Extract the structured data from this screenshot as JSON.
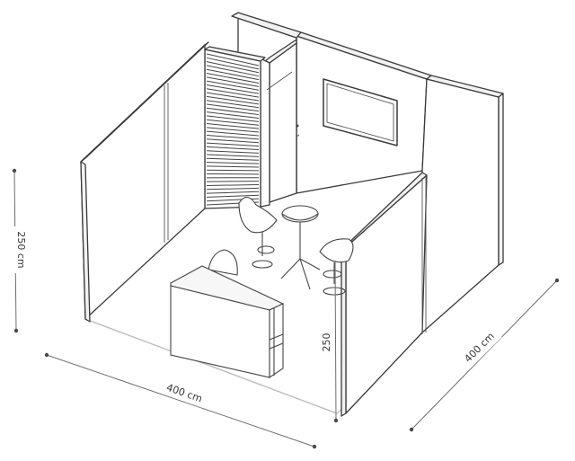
{
  "dimensions": {
    "height_label": "250 cm",
    "front_width_label": "400 cm",
    "side_depth_label": "400 cm",
    "wall_height_label": "250"
  },
  "colors": {
    "line": "#3a3a3a",
    "dimension": "#6e6e6e",
    "background": "#ffffff"
  }
}
